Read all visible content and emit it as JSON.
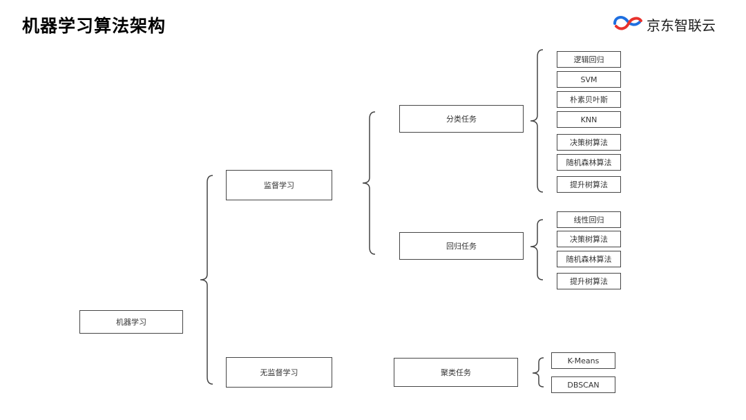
{
  "title": "机器学习算法架构",
  "logo": {
    "text": "京东智联云",
    "icon": "jd-cloud-logo-icon"
  },
  "diagram": {
    "root": "机器学习",
    "supervised": "监督学习",
    "unsupervised": "无监督学习",
    "classification": {
      "label": "分类任务",
      "items": [
        "逻辑回归",
        "SVM",
        "朴素贝叶斯",
        "KNN",
        "决策树算法",
        "随机森林算法",
        "提升树算法"
      ]
    },
    "regression": {
      "label": "回归任务",
      "items": [
        "线性回归",
        "决策树算法",
        "随机森林算法",
        "提升树算法"
      ]
    },
    "clustering": {
      "label": "聚类任务",
      "items": [
        "K-Means",
        "DBSCAN"
      ]
    }
  },
  "colors": {
    "border": "#444444",
    "brace": "#444444",
    "logo_blue": "#1e6fe0",
    "logo_red": "#e8322d"
  }
}
